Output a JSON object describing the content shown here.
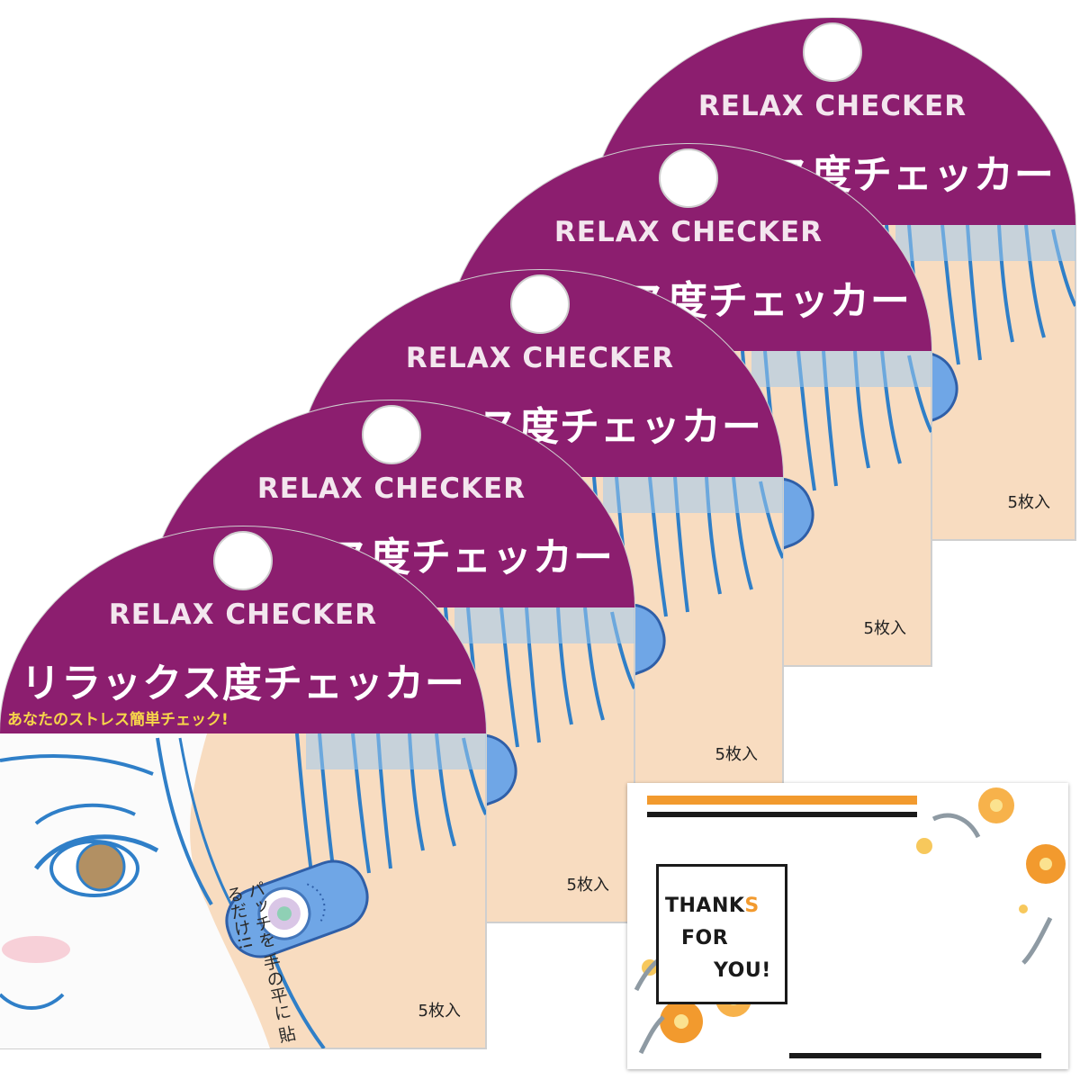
{
  "product": {
    "title_en": "RELAX CHECKER",
    "title_jp": "リラックス度チェッカー",
    "subtitle": "あなたのストレス簡単チェック!",
    "count_label": "5枚入",
    "instruction": "パッチを 手の平に 貼るだけ!!"
  },
  "packages": [
    {
      "id": "pack-1"
    },
    {
      "id": "pack-2"
    },
    {
      "id": "pack-3"
    },
    {
      "id": "pack-4"
    },
    {
      "id": "pack-5"
    }
  ],
  "card": {
    "line1": "THANK",
    "line1_accent": "S",
    "line2": "FOR",
    "line3": "YOU!"
  },
  "colors": {
    "header": "#8c1e6f",
    "skin": "#f8dcc0",
    "hair_blue": "#2f7fc8",
    "patch_blue": "#6fa6e6",
    "card_orange": "#f29a2e"
  }
}
